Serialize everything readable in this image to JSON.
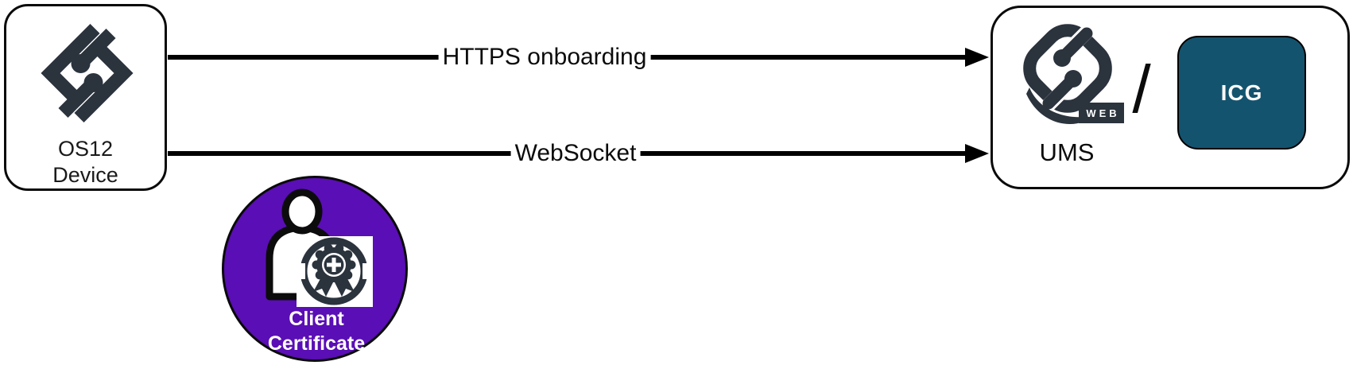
{
  "colors": {
    "logo_dark": "#2b333d",
    "icg_teal": "#14536e",
    "badge_purple": "#5a0eb5",
    "line_black": "#000000",
    "white": "#ffffff"
  },
  "device_box": {
    "icon": "igel-os-logo",
    "label_line1": "OS12",
    "label_line2": "Device"
  },
  "connections": [
    {
      "label": "HTTPS onboarding",
      "direction": "right"
    },
    {
      "label": "WebSocket",
      "direction": "right"
    }
  ],
  "client_certificate_badge": {
    "icon": "person-with-certificate",
    "label_line1": "Client",
    "label_line2": "Certificate"
  },
  "server_box": {
    "icon": "igel-ums-web-logo",
    "logo_badge": "WEB",
    "separator": "/",
    "icg_label": "ICG",
    "caption": "UMS"
  }
}
